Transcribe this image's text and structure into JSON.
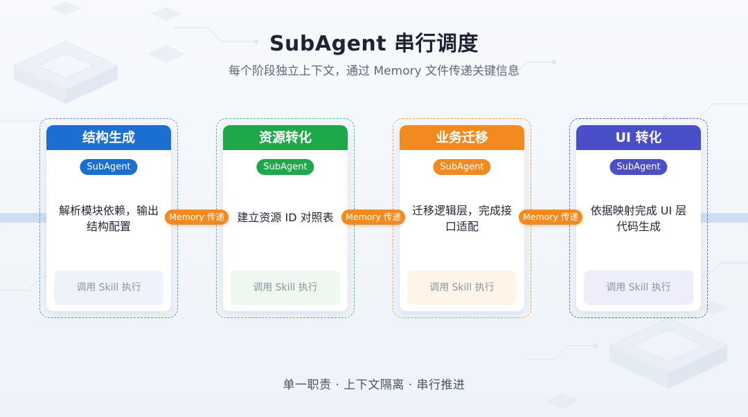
{
  "header": {
    "title": "SubAgent 串行调度",
    "subtitle": "每个阶段独立上下文，通过 Memory 文件传递关键信息"
  },
  "stages": [
    {
      "title": "结构生成",
      "badge": "SubAgent",
      "desc_line1": "解析模块依赖，输出",
      "desc_line2": "结构配置",
      "skill": "调用 Skill 执行",
      "color": "#1a6fd1",
      "skill_bg": "#eef3fb"
    },
    {
      "title": "资源转化",
      "badge": "SubAgent",
      "desc_line1": "建立资源 ID 对照表",
      "desc_line2": "",
      "skill": "调用 Skill 执行",
      "color": "#1fa84a",
      "skill_bg": "#eef8f0"
    },
    {
      "title": "业务迁移",
      "badge": "SubAgent",
      "desc_line1": "迁移逻辑层，完成接",
      "desc_line2": "口适配",
      "skill": "调用 Skill 执行",
      "color": "#f28a1f",
      "skill_bg": "#fff4e8"
    },
    {
      "title": "UI 转化",
      "badge": "SubAgent",
      "desc_line1": "依据映射完成 UI 层",
      "desc_line2": "代码生成",
      "skill": "调用 Skill 执行",
      "color": "#4b4fc7",
      "skill_bg": "#eeeefb"
    }
  ],
  "connectors": [
    {
      "label": "Memory 传递"
    },
    {
      "label": "Memory 传递"
    },
    {
      "label": "Memory 传递"
    }
  ],
  "footer": {
    "text": "单一职责 · 上下文隔离 · 串行推进"
  },
  "colors": {
    "memory": "#f28a1f",
    "band": "#c4d6ee"
  }
}
